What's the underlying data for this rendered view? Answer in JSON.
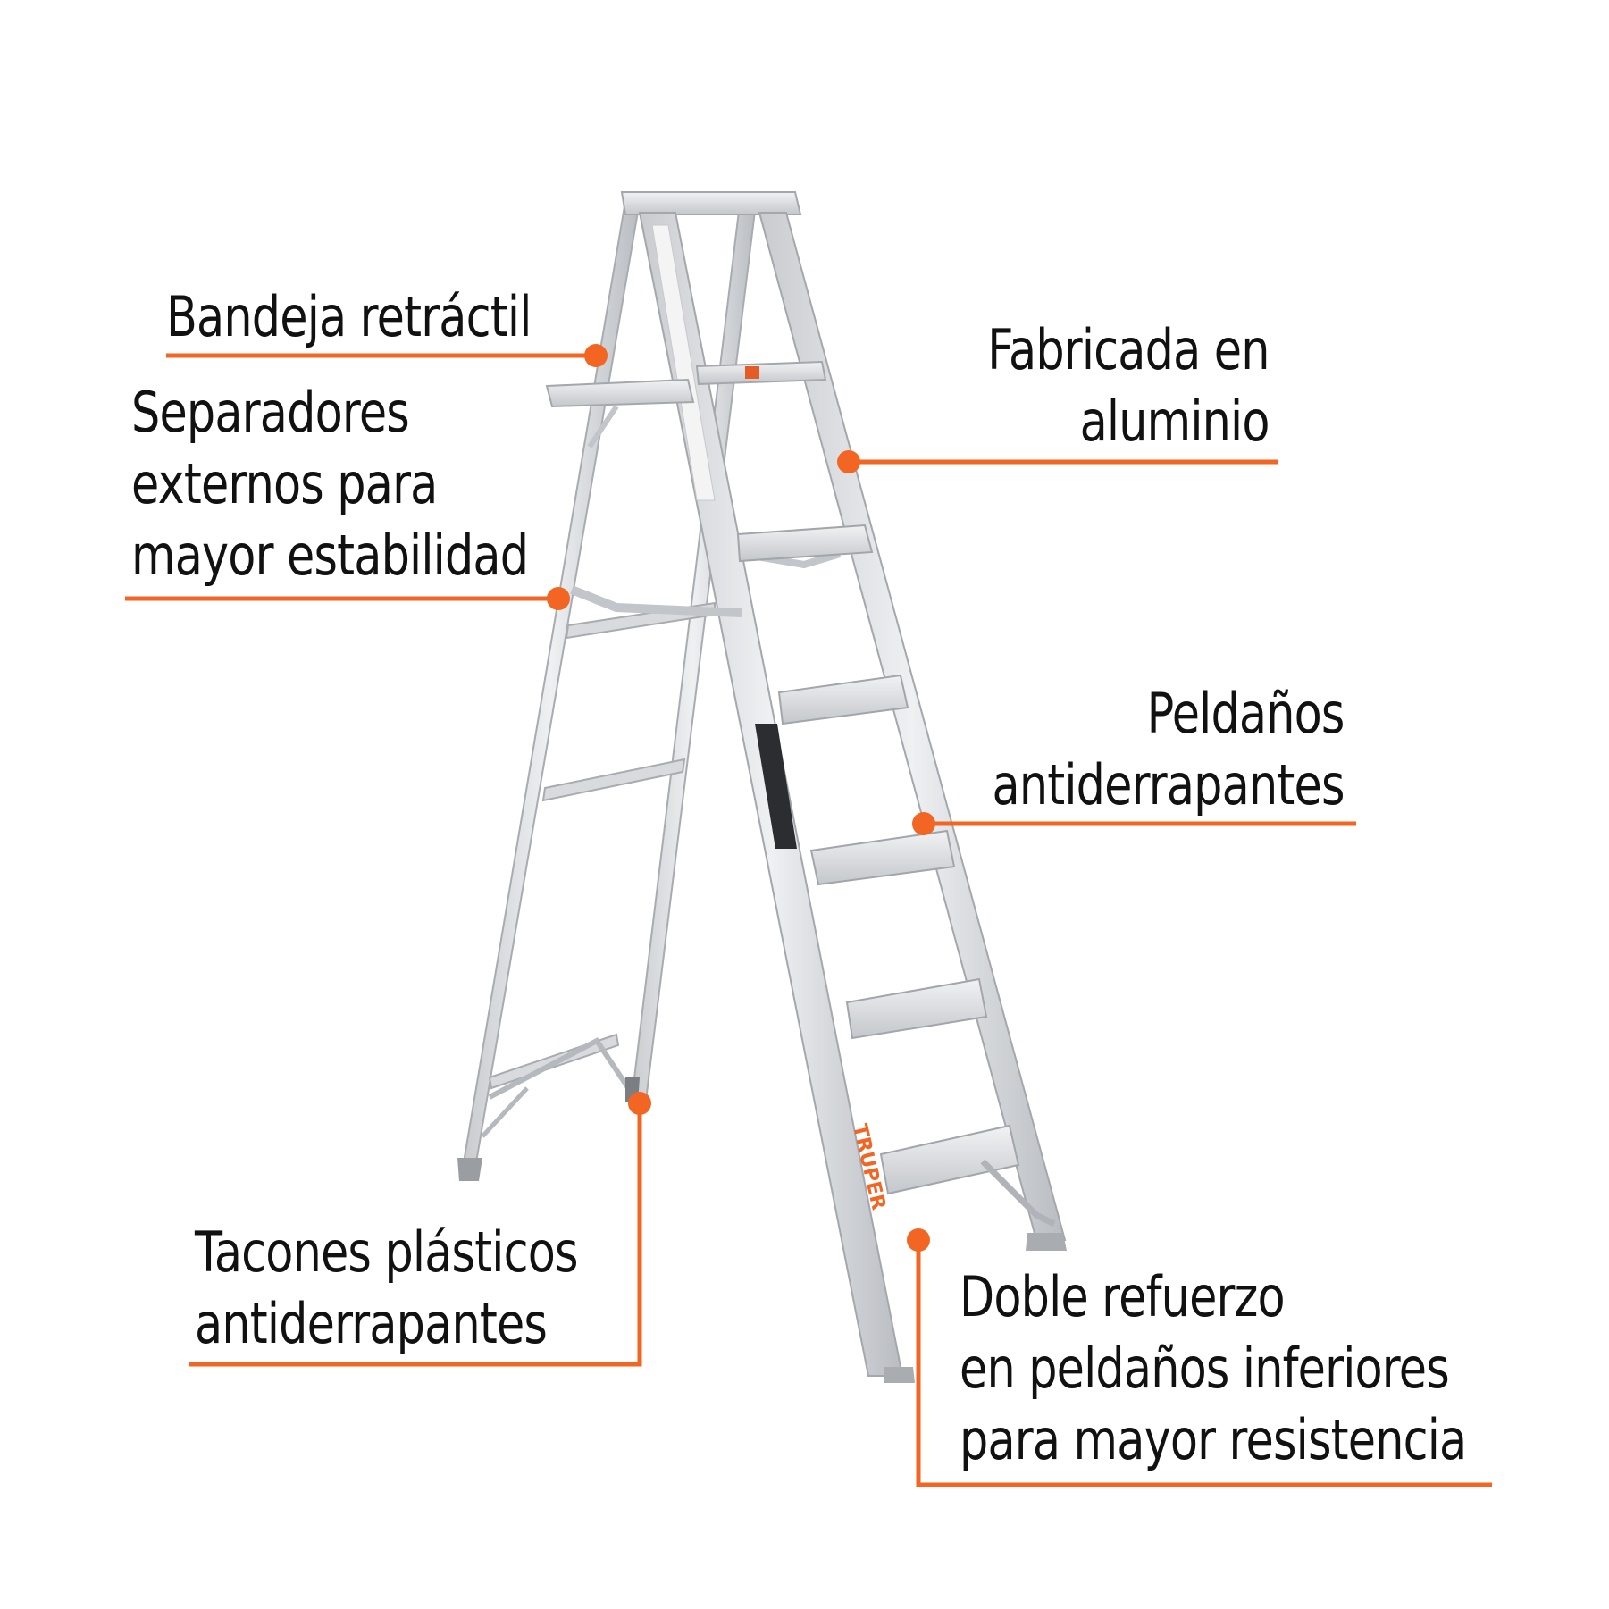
{
  "accent_color": "#f26522",
  "ladder_brand": "TRUPER",
  "callouts": {
    "tray": {
      "lines": [
        "Bandeja retráctil"
      ]
    },
    "spreaders": {
      "lines": [
        "Separadores",
        "externos para",
        "mayor estabilidad"
      ]
    },
    "feet": {
      "lines": [
        "Tacones plásticos",
        "antiderrapantes"
      ]
    },
    "material": {
      "lines": [
        "Fabricada en",
        "aluminio"
      ]
    },
    "steps": {
      "lines": [
        "Peldaños",
        "antiderrapantes"
      ]
    },
    "reinforcement": {
      "lines": [
        "Doble refuerzo",
        "en peldaños inferiores",
        "para mayor resistencia"
      ]
    }
  }
}
